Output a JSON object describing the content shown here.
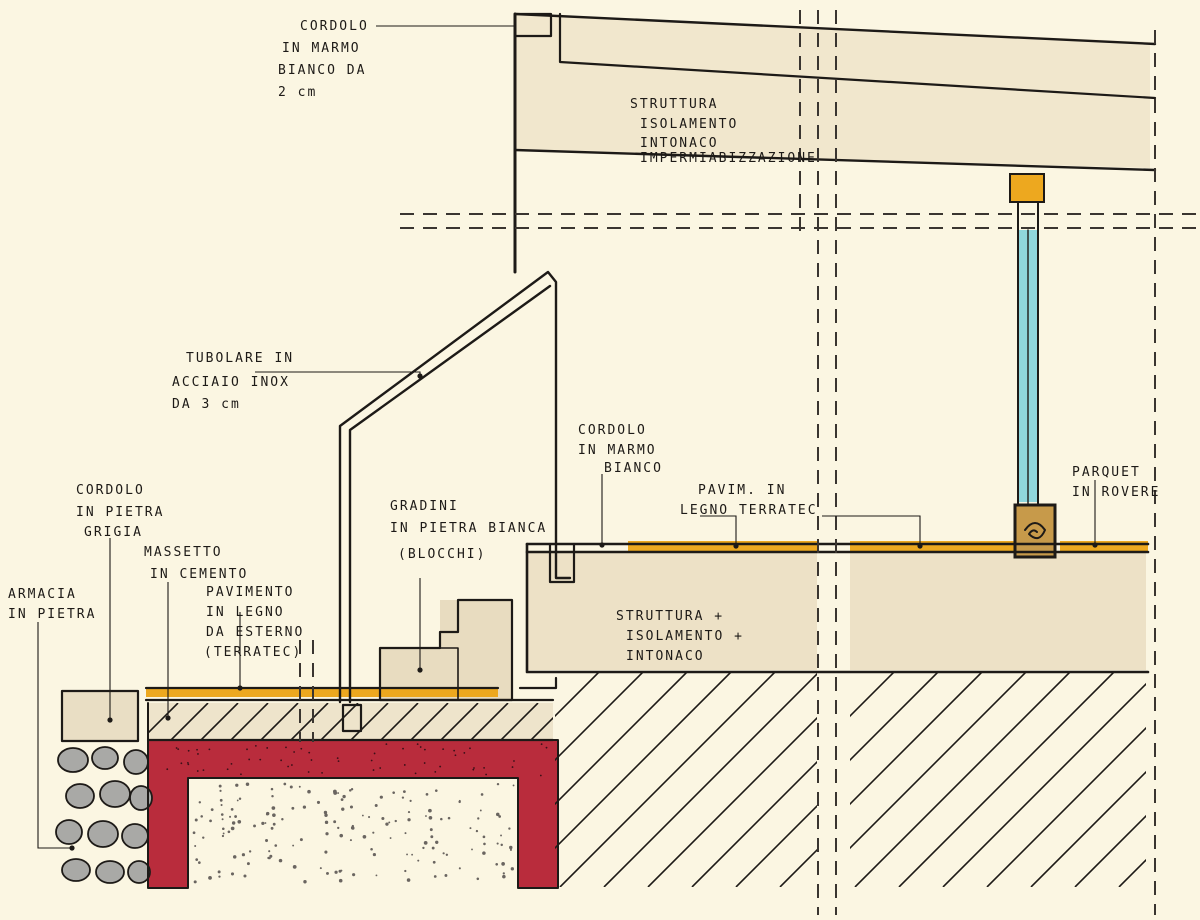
{
  "colors": {
    "paper": "#fbf6e2",
    "ink": "#1d1a17",
    "marker_beige": "#ede1c6",
    "stone_block": "#e8dcc0",
    "timber_orange": "#eda81f",
    "concrete_red": "#b92c3c",
    "glass_cyan": "#8fd6dc",
    "rubble_grey": "#a9a9a6"
  },
  "labels": {
    "cordolo_marmo_top": [
      "CORDOLO",
      "IN MARMO",
      "BIANCO DA",
      "2 cm"
    ],
    "struttura_top": [
      "STRUTTURA",
      "ISOLAMENTO",
      "INTONACO",
      "IMPERMIABIZZAZIONE"
    ],
    "tubolare": [
      "TUBOLARE IN",
      "ACCIAIO INOX",
      "DA 3 cm"
    ],
    "cordolo_marmo_mid": [
      "CORDOLO",
      "IN MARMO",
      "BIANCO"
    ],
    "cordolo_pietra": [
      "CORDOLO",
      "IN PIETRA",
      "GRIGIA"
    ],
    "massetto": [
      "MASSETTO",
      "IN CEMENTO"
    ],
    "gradini": [
      "GRADINI",
      "IN PIETRA BIANCA",
      "(BLOCCHI)"
    ],
    "pavimento_esterno": [
      "PAVIMENTO",
      "IN LEGNO",
      "DA ESTERNO",
      "(TERRATEC)"
    ],
    "armacia": [
      "ARMACIA",
      "IN PIETRA"
    ],
    "pavim_legno": [
      "PAVIM. IN",
      "LEGNO TERRATEC"
    ],
    "parquet": [
      "PARQUET",
      "IN ROVERE"
    ],
    "struttura_floor": [
      "STRUTTURA +",
      "ISOLAMENTO +",
      "INTONACO"
    ]
  }
}
